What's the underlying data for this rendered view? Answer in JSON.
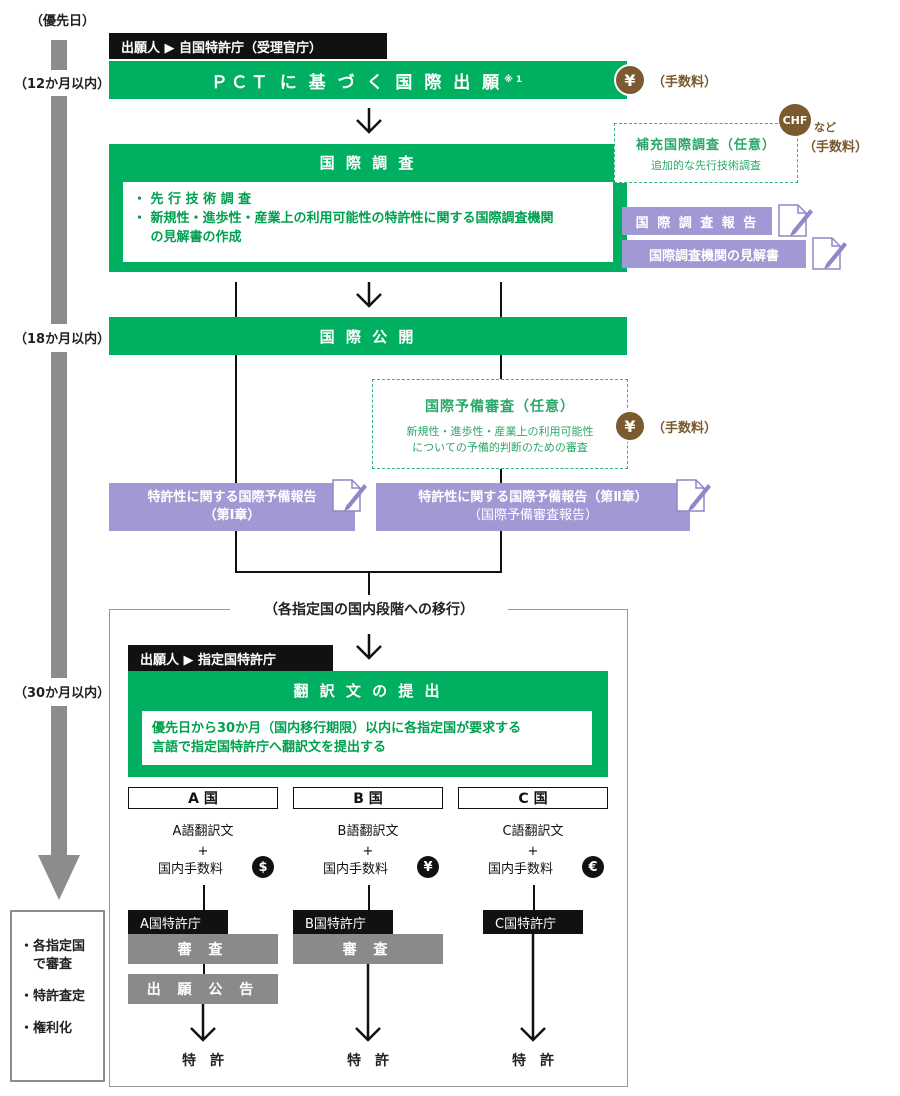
{
  "timeline": {
    "priority_date": "（優先日）",
    "m12": "（12か月以内）",
    "m18": "（18か月以内）",
    "m30": "（30か月以内）",
    "final_items": [
      "・各指定国",
      "　で審査",
      "・特許査定",
      "・権利化"
    ]
  },
  "flow": {
    "applicant_to_receiving": "出願人 ▶ 自国特許庁（受理官庁）",
    "pct_filing": "ＰＣＴ に 基 づ く 国 際 出 願",
    "pct_note": "※1",
    "fee_label": "（手数料）",
    "yen_symbol": "¥",
    "international_search": {
      "title": "国 際 調 査",
      "items": [
        "・ 先 行 技 術 調 査",
        "・ 新規性・進歩性・産業上の利用可能性の特許性に関する国際調査機関",
        "　 の見解書の作成"
      ]
    },
    "supplementary_search": {
      "title": "補充国際調査（任意）",
      "desc": "追加的な先行技術調査",
      "chf": "CHF",
      "chf_suffix": "など",
      "fee_label": "（手数料）"
    },
    "search_report": "国 際 調 査 報 告",
    "written_opinion": "国際調査機関の見解書",
    "international_publication": "国 際 公 開",
    "preliminary_exam": {
      "title": "国際予備審査（任意）",
      "desc_line1": "新規性・進歩性・産業上の利用可能性",
      "desc_line2": "についての予備的判断のための審査",
      "fee_label": "（手数料）"
    },
    "iprp_ch1": {
      "line1": "特許性に関する国際予備報告",
      "line2": "（第Ⅰ章）"
    },
    "iprp_ch2": {
      "line1": "特許性に関する国際予備報告（第Ⅱ章）",
      "line2": "（国際予備審査報告）"
    },
    "national_phase_entry": "（各指定国の国内段階への移行）",
    "applicant_to_designated": "出願人 ▶ 指定国特許庁",
    "translation_submission": {
      "title": "翻 訳 文 の 提 出",
      "line1": "優先日から30か月（国内移行期限）以内に各指定国が要求する",
      "line2": "言語で指定国特許庁へ翻訳文を提出する"
    }
  },
  "countries": [
    {
      "name": "A 国",
      "translation": "A語翻訳文",
      "plus": "+",
      "fee": "国内手数料",
      "currency": "$",
      "office": "A国特許庁",
      "steps": [
        "審 査",
        "出 願 公 告"
      ],
      "result": "特　許"
    },
    {
      "name": "B 国",
      "translation": "B語翻訳文",
      "plus": "+",
      "fee": "国内手数料",
      "currency": "¥",
      "office": "B国特許庁",
      "steps": [
        "審 査"
      ],
      "result": "特　許"
    },
    {
      "name": "C 国",
      "translation": "C語翻訳文",
      "plus": "+",
      "fee": "国内手数料",
      "currency": "€",
      "office": "C国特許庁",
      "steps": [],
      "result": "特　許"
    }
  ]
}
